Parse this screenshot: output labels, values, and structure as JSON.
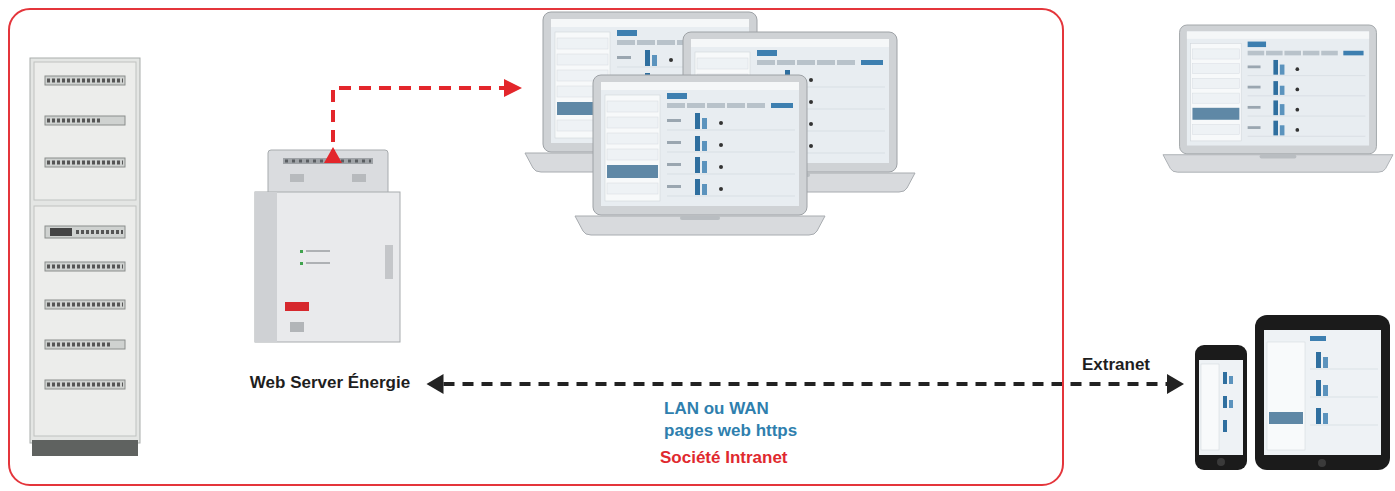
{
  "diagram": {
    "nodes": [
      {
        "text": [
          "Société Intranet"
        ]
      },
      {
        "text": [
          "Web Server Énergie"
        ],
        "in": 0
      },
      {
        "text": [
          "Extranet"
        ]
      }
    ],
    "edges": [
      {
        "from": 1,
        "to": 2,
        "arrow": "both",
        "label": "LAN ou WAN pages web https"
      }
    ]
  }
}
